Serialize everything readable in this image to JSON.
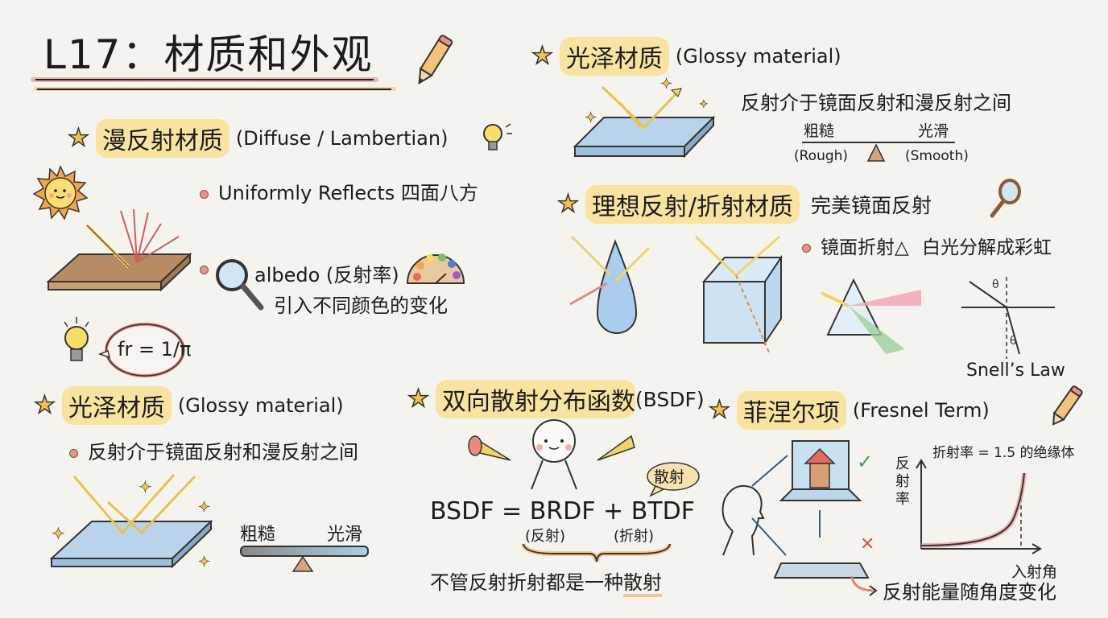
{
  "title": "L17：材质和外观",
  "colors": {
    "background": "#f5f3ee",
    "highlight": "#f8e3a0",
    "star": "#f2c14e",
    "bullet": "#e4968e",
    "arrow_yellow": "#f2d36b",
    "arrow_pink": "#d9827c",
    "glass_blue": "#b9d3ea"
  },
  "diffuse": {
    "heading_cn": "漫反射材质",
    "heading_en": "(Diffuse / Lambertian)",
    "bullet1": "Uniformly Reflects 四面八方",
    "bullet2_term": "albedo (反射率)",
    "bullet2_desc": "引入不同颜色的变化",
    "formula": "fr = 1/π",
    "icons": [
      "star-icon",
      "lightbulb-icon",
      "sun-icon",
      "rough-surface-icon",
      "magnifier-icon",
      "color-palette-icon",
      "lightbulb-icon"
    ]
  },
  "glossy_top": {
    "heading_cn": "光泽材质",
    "heading_en": "(Glossy material)",
    "desc": "反射介于镜面反射和漫反射之间",
    "scale_left": "粗糙",
    "scale_right": "光滑",
    "scale_left_en": "(Rough)",
    "scale_right_en": "(Smooth)"
  },
  "ideal": {
    "heading_cn": "理想反射/折射材质",
    "heading_sub": "完美镜面反射",
    "bullet_pre": "镜面折射",
    "bullet_post": "白光分解成彩虹",
    "snell_label": "Snell’s Law",
    "theta": "θ",
    "icons": [
      "hand-mirror-icon",
      "water-drop-icon",
      "glass-cube-icon",
      "prism-icon",
      "snell-diagram-icon"
    ]
  },
  "glossy_bottom": {
    "heading_cn": "光泽材质",
    "heading_en": "(Glossy material)",
    "bullet": "反射介于镜面反射和漫反射之间",
    "scale_left": "粗糙",
    "scale_right": "光滑"
  },
  "bsdf": {
    "heading_cn": "双向散射分布函数",
    "heading_en": "(BSDF)",
    "speech": "散射",
    "equation_lhs": "BSDF",
    "equation_eq": "=",
    "term1": "BRDF",
    "plus": "+",
    "term2": "BTDF",
    "term1_note": "(反射)",
    "term2_note": "(折射)",
    "summary_pre": "不管反射折射都是一种",
    "summary_em": "散射"
  },
  "fresnel": {
    "heading_cn": "菲涅尔项",
    "heading_en": "(Fresnel Term)",
    "chart_title": "折射率 = 1.5 的绝缘体",
    "y_label": "反射率",
    "x_label": "入射角",
    "conclusion": "反射能量随角度变化",
    "check": "✓",
    "cross": "✕"
  }
}
